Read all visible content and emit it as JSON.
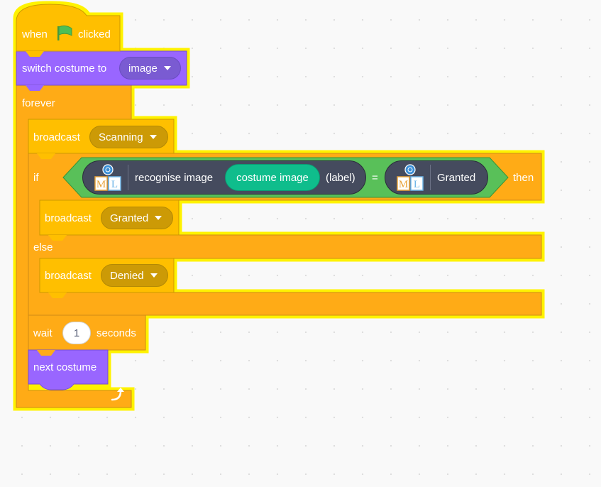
{
  "script": {
    "hat": {
      "when_label": "when",
      "clicked_label": "clicked",
      "flag_icon": "green-flag-icon"
    },
    "switch_costume": {
      "label": "switch costume to",
      "value": "image"
    },
    "forever": {
      "label": "forever",
      "loop_arrow_icon": "loop-arrow-icon"
    },
    "broadcast_scanning": {
      "label": "broadcast",
      "value": "Scanning"
    },
    "if_else": {
      "if_label": "if",
      "then_label": "then",
      "else_label": "else",
      "condition": {
        "reporter_label": "recognise image",
        "costume_image": "costume image",
        "label_suffix": "(label)",
        "operator": "=",
        "right_value": "Granted",
        "ml_icon_text_m": "M",
        "ml_icon_text_l": "L"
      },
      "broadcast_granted": {
        "label": "broadcast",
        "value": "Granted"
      },
      "broadcast_denied": {
        "label": "broadcast",
        "value": "Denied"
      }
    },
    "wait": {
      "label": "wait",
      "value": "1",
      "unit": "seconds"
    },
    "next_costume": {
      "label": "next costume"
    }
  },
  "colors": {
    "events": "#ffbf00",
    "control": "#ffab19",
    "looks": "#9966ff",
    "operators": "#59c059",
    "ml_reporter": "#454b5e",
    "glow": "#fff200"
  }
}
